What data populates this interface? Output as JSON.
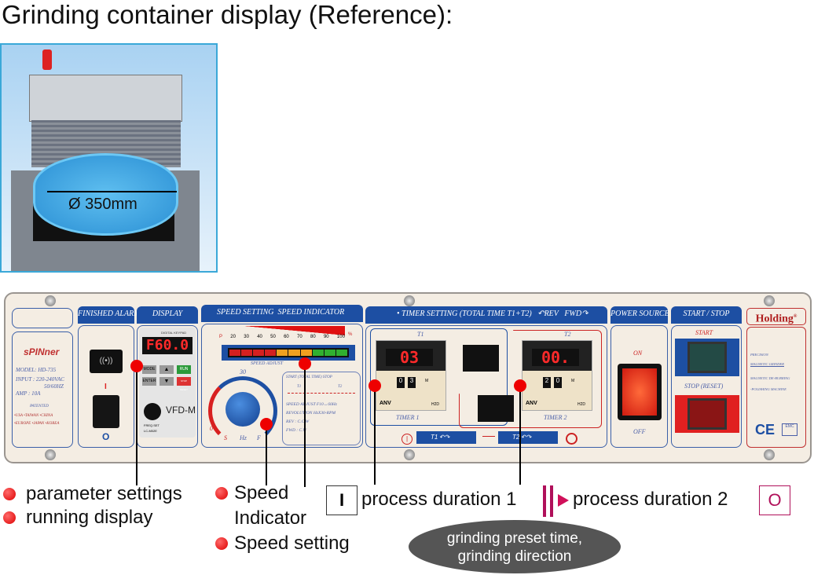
{
  "title": "Grinding container display (Reference):",
  "photo": {
    "dimension_label": "Ø 350mm"
  },
  "panel": {
    "brand": {
      "logo": "sPINner",
      "model": "MODEL: HD-735",
      "input": "INPUT : 220-240VAC",
      "freq": "50/60HZ",
      "amp": "AMP   : 10A",
      "patented": "PATENTED",
      "countries1": "•USA •TAIWAN •CHINA",
      "countries2": "•EUROPE •JAPAN •KOREA"
    },
    "alarm": {
      "header": "FINISHED ALARM",
      "switch_on": "I",
      "switch_off": "O"
    },
    "display": {
      "header": "DISPLAY",
      "keypad_label": "DIGITAL KEYPAD",
      "readout": "F60.0",
      "mode": "MODE",
      "run": "RUN",
      "enter": "ENTER",
      "stop": "STOP RESET",
      "model": "VFD-M",
      "freq_set": "FREQ.SET",
      "lc": "LC-M02E"
    },
    "speed": {
      "header_setting": "SPEED SETTING",
      "header_indicator": "SPEED INDICATOR",
      "scale": [
        "P",
        "20",
        "30",
        "40",
        "50",
        "60",
        "70",
        "80",
        "90",
        "100"
      ],
      "percent": "%",
      "adjust": "SPEED ADJUST",
      "dial_top": "30",
      "dial_zero": "0",
      "dial_s": "S",
      "dial_hz": "Hz",
      "dial_f": "F",
      "bar_level": 70,
      "info": {
        "start": "START",
        "total": "(TOTAL TIME)",
        "stop": "STOP",
        "t1": "T1",
        "t2": "T2",
        "line1": "SPEED ADJUST F10↔60Hz",
        "line2": "REVOLUTION HzX30-RPM",
        "line3": "REV : C.C.W",
        "line4": "FWD : C.W"
      }
    },
    "timer": {
      "header": "• TIMER SETTING  (TOTAL TIME T1+T2)",
      "rev": "REV",
      "fwd": "FWD",
      "t1_label": "T1",
      "t2_label": "T2",
      "t1_readout": "03",
      "t2_readout": "00.",
      "t1_digits": [
        "0",
        "3"
      ],
      "t2_digits": [
        "2",
        "0"
      ],
      "unit": "M",
      "brand": "ANV",
      "model": "H2D",
      "timer1": "TIMER 1",
      "timer2": "TIMER 2",
      "strip_t1": "T1",
      "strip_t2": "T2"
    },
    "power": {
      "header": "POWER SOURCE",
      "on": "ON",
      "off": "OFF"
    },
    "startstop": {
      "header": "START / STOP",
      "start": "START",
      "stop": "STOP (RESET)"
    },
    "holding": {
      "logo": "Holding",
      "reg": "®",
      "l1": "PRECISION",
      "l2": "MAGNETIC GRINDER",
      "l3": "MAGNETIC DE-BURRING",
      "l4": "-POLISHING MACHINE",
      "ce": "CE",
      "emc": "EMC"
    }
  },
  "annotations": {
    "param": "parameter settings",
    "running": "running display",
    "speed1": "Speed",
    "speed2": "Indicator",
    "speed_setting": "Speed  setting",
    "pd1": "process duration 1",
    "pd2": "process duration 2",
    "start_icon": "I",
    "stop_icon": "O",
    "ellipse1": "grinding preset time,",
    "ellipse2": "grinding direction"
  },
  "colors": {
    "panel_blue": "#1d4fa3",
    "accent_red": "#e00000",
    "magenta": "#b0105a"
  }
}
